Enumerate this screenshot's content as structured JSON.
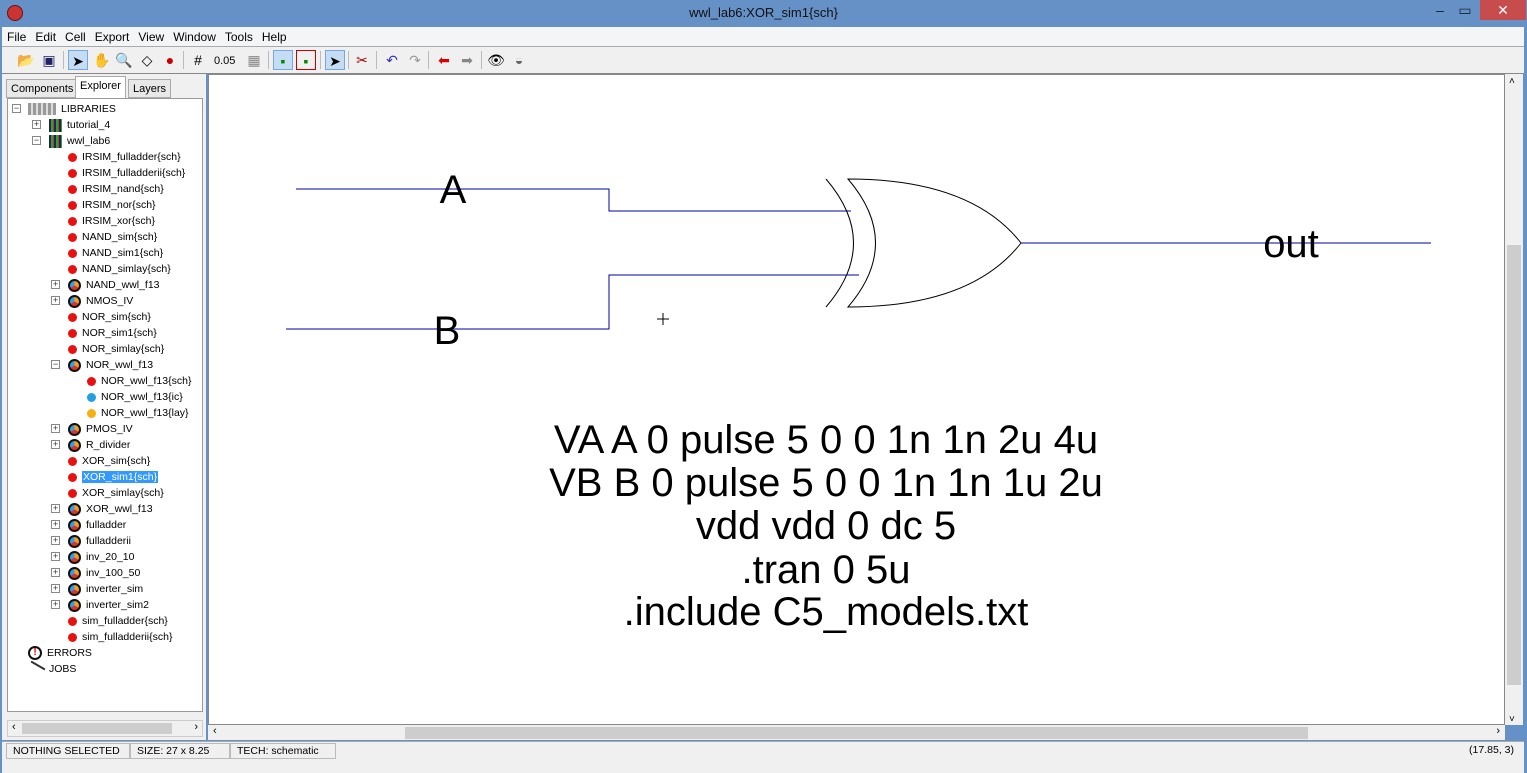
{
  "window": {
    "title": "wwl_lab6:XOR_sim1{sch}",
    "minimize": "–",
    "maximize": "▭",
    "close": "✕"
  },
  "menu": [
    "File",
    "Edit",
    "Cell",
    "Export",
    "View",
    "Window",
    "Tools",
    "Help"
  ],
  "toolbar": {
    "grid_value": "0.05"
  },
  "sidebar": {
    "tabs": [
      "Components",
      "Explorer",
      "Layers"
    ],
    "active_tab": "Explorer",
    "tree": [
      {
        "label": "LIBRARIES",
        "level": 0,
        "icon": "libraries-icon",
        "exp": "-"
      },
      {
        "label": "tutorial_4",
        "level": 1,
        "icon": "library-icon",
        "exp": "+"
      },
      {
        "label": "wwl_lab6",
        "level": 1,
        "icon": "library-icon",
        "exp": "-"
      },
      {
        "label": "IRSIM_fulladder{sch}",
        "level": 2,
        "icon": "red"
      },
      {
        "label": "IRSIM_fulladderii{sch}",
        "level": 2,
        "icon": "red"
      },
      {
        "label": "IRSIM_nand{sch}",
        "level": 2,
        "icon": "red"
      },
      {
        "label": "IRSIM_nor{sch}",
        "level": 2,
        "icon": "red"
      },
      {
        "label": "IRSIM_xor{sch}",
        "level": 2,
        "icon": "red"
      },
      {
        "label": "NAND_sim{sch}",
        "level": 2,
        "icon": "red"
      },
      {
        "label": "NAND_sim1{sch}",
        "level": 2,
        "icon": "red"
      },
      {
        "label": "NAND_simlay{sch}",
        "level": 2,
        "icon": "red"
      },
      {
        "label": "NAND_wwl_f13",
        "level": 2,
        "icon": "cell",
        "exp": "+"
      },
      {
        "label": "NMOS_IV",
        "level": 2,
        "icon": "cell",
        "exp": "+"
      },
      {
        "label": "NOR_sim{sch}",
        "level": 2,
        "icon": "red"
      },
      {
        "label": "NOR_sim1{sch}",
        "level": 2,
        "icon": "red"
      },
      {
        "label": "NOR_simlay{sch}",
        "level": 2,
        "icon": "red"
      },
      {
        "label": "NOR_wwl_f13",
        "level": 2,
        "icon": "cell",
        "exp": "-"
      },
      {
        "label": "NOR_wwl_f13{sch}",
        "level": 3,
        "icon": "red"
      },
      {
        "label": "NOR_wwl_f13{ic}",
        "level": 3,
        "icon": "blue"
      },
      {
        "label": "NOR_wwl_f13{lay}",
        "level": 3,
        "icon": "orange"
      },
      {
        "label": "PMOS_IV",
        "level": 2,
        "icon": "cell",
        "exp": "+"
      },
      {
        "label": "R_divider",
        "level": 2,
        "icon": "cell",
        "exp": "+"
      },
      {
        "label": "XOR_sim{sch}",
        "level": 2,
        "icon": "red"
      },
      {
        "label": "XOR_sim1{sch}",
        "level": 2,
        "icon": "red",
        "selected": true
      },
      {
        "label": "XOR_simlay{sch}",
        "level": 2,
        "icon": "red"
      },
      {
        "label": "XOR_wwl_f13",
        "level": 2,
        "icon": "cell",
        "exp": "+"
      },
      {
        "label": "fulladder",
        "level": 2,
        "icon": "cell",
        "exp": "+"
      },
      {
        "label": "fulladderii",
        "level": 2,
        "icon": "cell",
        "exp": "+"
      },
      {
        "label": "inv_20_10",
        "level": 2,
        "icon": "cell",
        "exp": "+"
      },
      {
        "label": "inv_100_50",
        "level": 2,
        "icon": "cell",
        "exp": "+"
      },
      {
        "label": "inverter_sim",
        "level": 2,
        "icon": "cell",
        "exp": "+"
      },
      {
        "label": "inverter_sim2",
        "level": 2,
        "icon": "cell",
        "exp": "+"
      },
      {
        "label": "sim_fulladder{sch}",
        "level": 2,
        "icon": "red"
      },
      {
        "label": "sim_fulladderii{sch}",
        "level": 2,
        "icon": "red"
      },
      {
        "label": "ERRORS",
        "level": 0,
        "icon": "errors"
      },
      {
        "label": "JOBS",
        "level": 0,
        "icon": "jobs"
      }
    ]
  },
  "schematic": {
    "labels": {
      "a": "A",
      "b": "B",
      "out": "out"
    },
    "spice": [
      "VA A 0 pulse 5 0 0 1n 1n 2u 4u",
      "VB B 0 pulse 5 0 0 1n 1n 1u 2u",
      "vdd vdd 0 dc 5",
      ".tran 0 5u",
      ".include C5_models.txt"
    ],
    "wire_color": "#0000a0"
  },
  "status": {
    "selection": "NOTHING SELECTED",
    "size": "SIZE: 27 x 8.25",
    "tech": "TECH: schematic",
    "coords": "(17.85, 3)"
  }
}
